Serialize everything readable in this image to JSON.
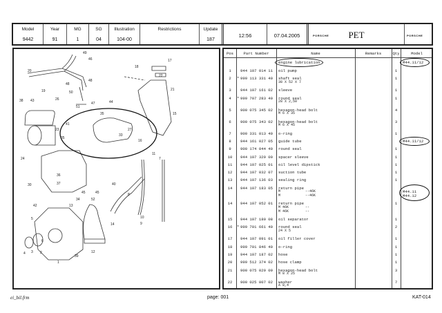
{
  "header": {
    "cells": [
      {
        "label": "Model",
        "value": "9442"
      },
      {
        "label": "Year",
        "value": "91"
      },
      {
        "label": "MG",
        "value": "1"
      },
      {
        "label": "SG",
        "value": "04"
      },
      {
        "label": "Illustration",
        "value": "104-00"
      },
      {
        "label": "Restrictions",
        "value": ""
      },
      {
        "label": "Update",
        "value": "187"
      }
    ],
    "time": "12:56",
    "date": "07.04.2005",
    "logo_left": "PORSCHE",
    "app": "PET",
    "logo_right": "PORSCHE"
  },
  "table": {
    "columns": [
      "Pos",
      "Part Number",
      "Name",
      "Remarks",
      "Qty",
      "Model"
    ],
    "group": {
      "name": "engine lubrication",
      "model": "M44.11/12"
    },
    "rows": [
      {
        "pos": "1",
        "star": "",
        "part": "944 107 014 11",
        "name": "oil pump",
        "sub": [],
        "qty": "1",
        "model": []
      },
      {
        "pos": "2",
        "star": "*",
        "part": "999 113 331 40",
        "name": "shaft seal",
        "sub": [
          "38 X 52 X 7"
        ],
        "qty": "1",
        "model": []
      },
      {
        "pos": "3",
        "star": "",
        "part": "944 107 161 02",
        "name": "sleeve",
        "sub": [],
        "qty": "1",
        "model": []
      },
      {
        "pos": "4",
        "star": "*",
        "part": "999 707 283 40",
        "name": "round seal",
        "sub": [
          "28 X 2,50"
        ],
        "qty": "1",
        "model": []
      },
      {
        "pos": "5",
        "star": "",
        "part": "900 075 345 02",
        "name": "hexagon-head bolt",
        "sub": [
          "M 6 X 35"
        ],
        "qty": "4",
        "model": []
      },
      {
        "pos": "6",
        "star": "",
        "part": "900 075 343 02",
        "name": "hexagon-head bolt",
        "sub": [
          "M 6 X 45"
        ],
        "qty": "3",
        "model": []
      },
      {
        "pos": "7",
        "star": "",
        "part": "900 331 013 40",
        "name": "o-ring",
        "sub": [],
        "qty": "1",
        "model": []
      },
      {
        "pos": "8",
        "star": "",
        "part": "944 161 027 05",
        "name": "guide tube",
        "sub": [],
        "qty": "",
        "model": [
          "M44.11/12"
        ]
      },
      {
        "pos": "9",
        "star": "",
        "part": "900 174 044 40",
        "name": "round seal",
        "sub": [],
        "qty": "1",
        "model": []
      },
      {
        "pos": "10",
        "star": "",
        "part": "944 107 329 00",
        "name": "spacer sleeve",
        "sub": [],
        "qty": "1",
        "model": []
      },
      {
        "pos": "11",
        "star": "",
        "part": "944 107 025 01",
        "name": "oil level dipstick",
        "sub": [],
        "qty": "1",
        "model": []
      },
      {
        "pos": "12",
        "star": "",
        "part": "944 107 032 07",
        "name": "suction tube",
        "sub": [],
        "qty": "1",
        "model": []
      },
      {
        "pos": "13",
        "star": "",
        "part": "944 107 136 03",
        "name": "sealing ring",
        "sub": [],
        "qty": "1",
        "model": []
      },
      {
        "pos": "14",
        "star": "",
        "part": "944 107 183 05",
        "name": "return pipe",
        "sub": [
          "M            --46K",
          "M            --46K"
        ],
        "qty": "",
        "model": [
          "M44.11",
          "M44.12"
        ]
      },
      {
        "pos": "14",
        "star": "",
        "part": "944 107 052 01",
        "name": "return pipe",
        "sub": [
          "M 46K        --",
          "M 46K        --"
        ],
        "qty": "1",
        "model": []
      },
      {
        "pos": "15",
        "star": "",
        "part": "944 107 180 08",
        "name": "oil separator",
        "sub": [],
        "qty": "1",
        "model": []
      },
      {
        "pos": "16",
        "star": "*",
        "part": "999 701 661 40",
        "name": "round seal",
        "sub": [
          "24 X 5"
        ],
        "qty": "2",
        "model": []
      },
      {
        "pos": "17",
        "star": "",
        "part": "944 107 091 01",
        "name": "oil filler cover",
        "sub": [],
        "qty": "1",
        "model": []
      },
      {
        "pos": "18",
        "star": "",
        "part": "999 701 846 40",
        "name": "o-ring",
        "sub": [],
        "qty": "1",
        "model": []
      },
      {
        "pos": "19",
        "star": "",
        "part": "944 107 187 02",
        "name": "hose",
        "sub": [],
        "qty": "1",
        "model": []
      },
      {
        "pos": "20",
        "star": "",
        "part": "999 512 374 02",
        "name": "hose clamp",
        "sub": [],
        "qty": "1",
        "model": []
      },
      {
        "pos": "21",
        "star": "",
        "part": "900 075 029 09",
        "name": "hexagon-head bolt",
        "sub": [
          "M 8 X 25"
        ],
        "qty": "3",
        "model": []
      },
      {
        "pos": "22",
        "star": "",
        "part": "900 025 007 02",
        "name": "washer",
        "sub": [
          "A 8,4"
        ],
        "qty": "7",
        "model": []
      }
    ]
  },
  "diagram": {
    "callouts": [
      "20",
      "19",
      "49",
      "46",
      "48",
      "48",
      "47",
      "50",
      "51",
      "17",
      "18",
      "22",
      "21",
      "44",
      "15",
      "38",
      "43",
      "26",
      "35",
      "27",
      "33",
      "16",
      "23",
      "41",
      "35",
      "24",
      "11",
      "7",
      "30",
      "36",
      "37",
      "34",
      "45",
      "45",
      "52",
      "40",
      "8",
      "10",
      "9",
      "42",
      "5",
      "13",
      "14",
      "6",
      "3",
      "2",
      "4",
      "12",
      "39",
      "1"
    ]
  },
  "footer": {
    "left": "ei_bil.frm",
    "center": "page: 001",
    "right": "KAT-014"
  }
}
